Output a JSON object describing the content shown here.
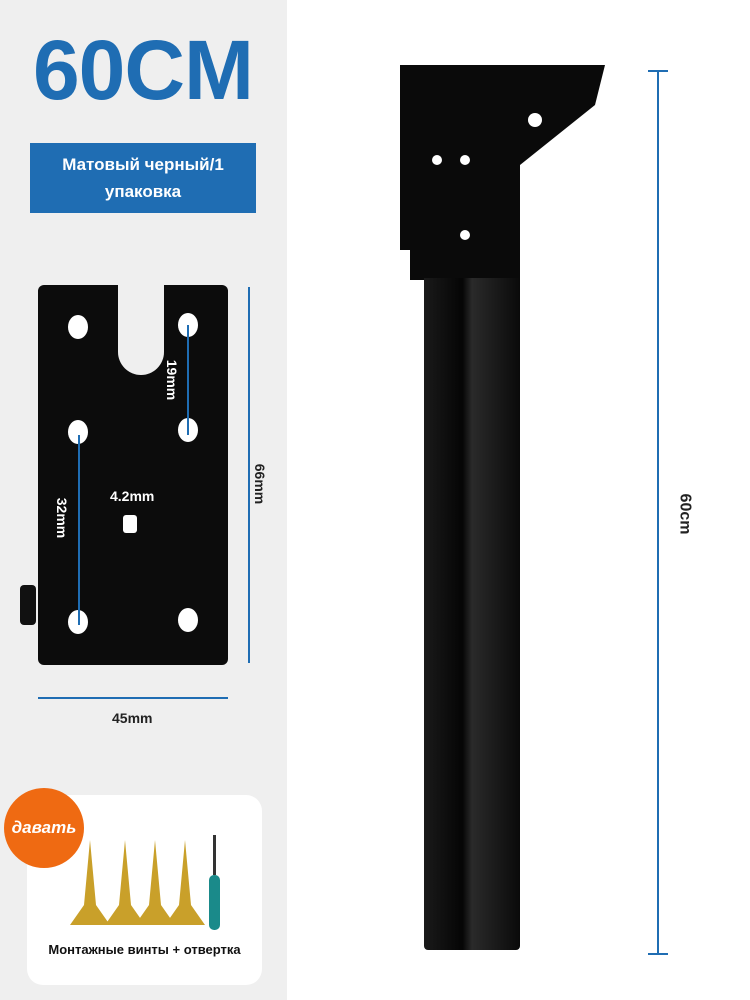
{
  "header": {
    "size_title": "60CM",
    "variant_label": "Матовый черный/1 упаковка"
  },
  "bracket": {
    "dim_19": "19mm",
    "dim_32": "32mm",
    "dim_hole": "4.2mm",
    "dim_66": "66mm",
    "dim_45": "45mm"
  },
  "kit": {
    "badge": "давать",
    "caption": "Монтажные винты + отвертка"
  },
  "leg": {
    "height_label": "60cm"
  },
  "colors": {
    "accent": "#1f6db3",
    "badge": "#ef6a12"
  }
}
